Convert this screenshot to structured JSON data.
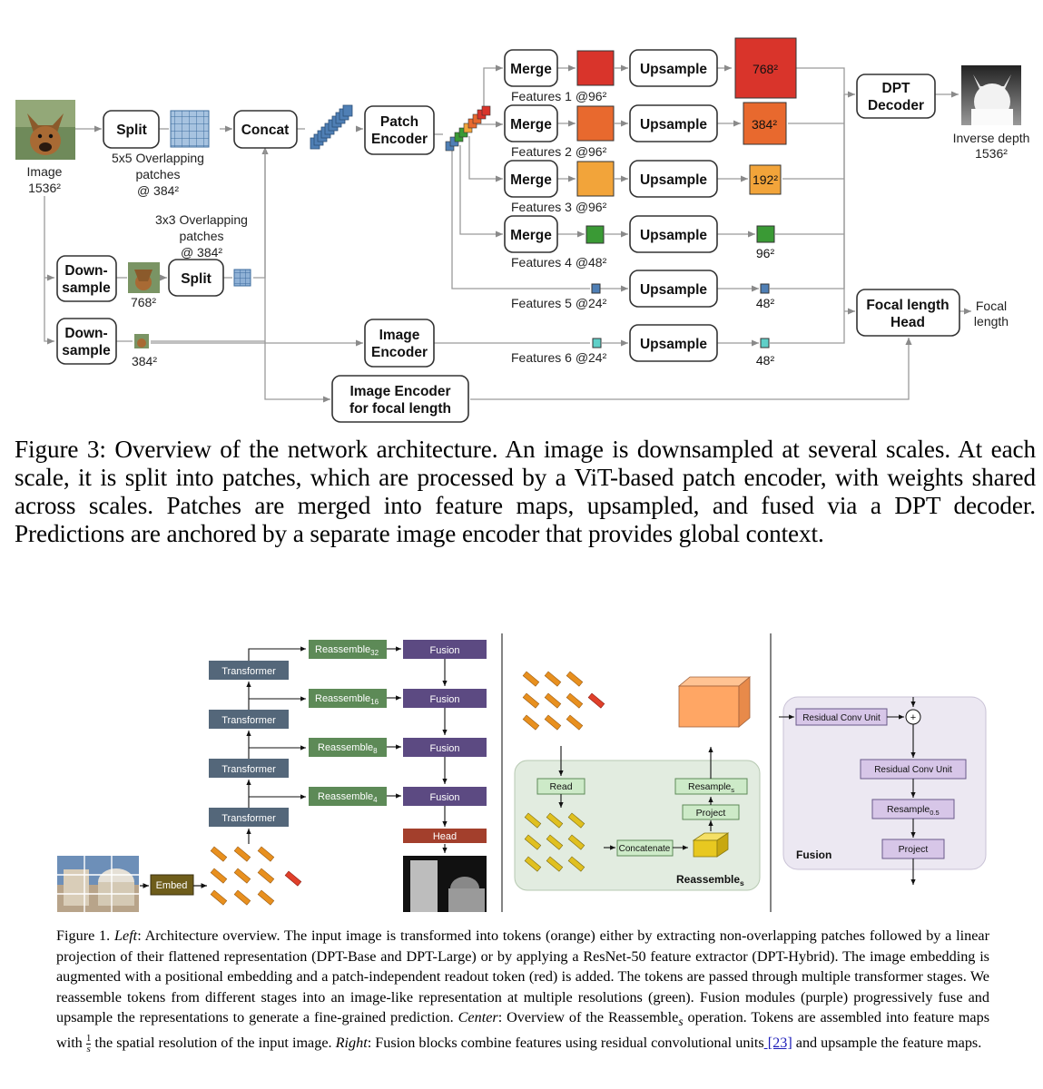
{
  "fig3": {
    "image_label": "Image",
    "image_size": "1536²",
    "split1": "Split",
    "split1_caption": [
      "5x5 Overlapping",
      "patches",
      "@ 384²"
    ],
    "concat": "Concat",
    "patch_encoder": [
      "Patch",
      "Encoder"
    ],
    "downsample": [
      "Down-",
      "sample"
    ],
    "size_768": "768²",
    "size_384": "384²",
    "split2": "Split",
    "split2_caption": [
      "3x3 Overlapping",
      "patches",
      "@ 384²"
    ],
    "image_encoder": [
      "Image",
      "Encoder"
    ],
    "image_encoder_focal": [
      "Image Encoder",
      "for focal length"
    ],
    "merge": "Merge",
    "upsample": "Upsample",
    "features": [
      "Features 1 @96²",
      "Features 2 @96²",
      "Features 3 @96²",
      "Features 4 @48²",
      "Features 5 @24²",
      "Features 6 @24²"
    ],
    "out_sizes": [
      "768²",
      "384²",
      "192²",
      "96²",
      "48²",
      "48²"
    ],
    "dpt_decoder": [
      "DPT",
      "Decoder"
    ],
    "inverse_depth": [
      "Inverse depth",
      "1536²"
    ],
    "focal_head": [
      "Focal length",
      "Head"
    ],
    "focal_out": [
      "Focal",
      "length"
    ],
    "colors": {
      "red": "#d9342b",
      "orange": "#e8692e",
      "yellow": "#f2a43a",
      "green": "#3a9a35",
      "blue": "#4f7fb5",
      "cyan": "#5fd0c8"
    }
  },
  "caption3": "Figure 3: Overview of the network architecture. An image is downsampled at several scales. At each scale, it is split into patches, which are processed by a ViT-based patch encoder, with weights shared across scales. Patches are merged into feature maps, upsampled, and fused via a DPT decoder. Predictions are anchored by a separate image encoder that provides global context.",
  "fig1": {
    "embed": "Embed",
    "transformer": "Transformer",
    "reassemble": "Reassemble",
    "reassemble_subs": [
      "32",
      "16",
      "8",
      "4"
    ],
    "fusion": "Fusion",
    "head": "Head",
    "read": "Read",
    "concatenate": "Concatenate",
    "project": "Project",
    "resample": "Resample",
    "resample_sub": "s",
    "reassemble_title": "Reassemble",
    "reassemble_title_sub": "s",
    "rcu": "Residual Conv Unit",
    "resample05": "Resample",
    "resample05_sub": "0.5",
    "fusion_title": "Fusion",
    "plus": "+",
    "colors": {
      "transformer": "#54677a",
      "reassemble": "#5d8a57",
      "fusion": "#5c4a82",
      "head": "#a33f2c",
      "embed": "#6e5d1b",
      "token": "#e8901f",
      "readout": "#e0402a"
    }
  },
  "caption1": {
    "p1": "Figure 1. ",
    "left": "Left",
    "p2": ": Architecture overview. The input image is transformed into tokens (orange) either by extracting non-overlapping patches followed by a linear projection of their flattened representation (DPT-Base and DPT-Large) or by applying a ResNet-50 feature extractor (DPT-Hybrid). The image embedding is augmented with a positional embedding and a patch-independent readout token (red) is added. The tokens are passed through multiple transformer stages. We reassemble tokens from different stages into an image-like representation at multiple resolutions (green). Fusion modules (purple) progressively fuse and upsample the representations to generate a fine-grained prediction. ",
    "center": "Center",
    "p3": ": Overview of the Reassemble",
    "p3_sub": "s",
    "p4": " operation. Tokens are assembled into feature maps with ",
    "frac_num": "1",
    "frac_den": "s",
    "p5": " the spatial resolution of the input image. ",
    "right": "Right",
    "p6": ": Fusion blocks combine features using residual convolutional units",
    "cite": " [23]",
    "p7": " and upsample the feature maps."
  }
}
